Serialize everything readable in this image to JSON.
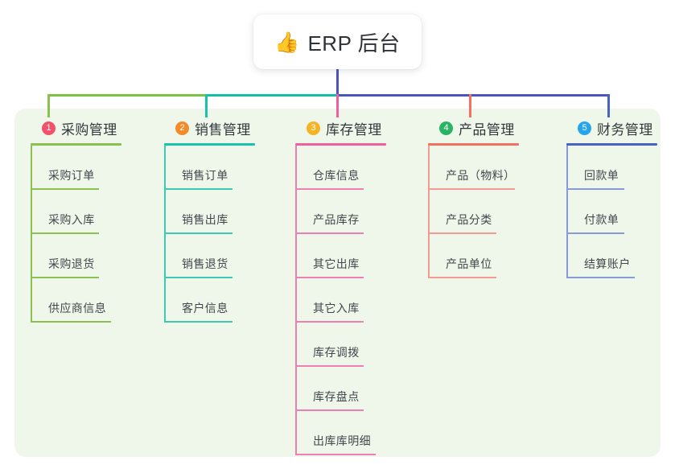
{
  "root": {
    "icon": "thumbs-up-icon",
    "emoji": "👍",
    "title": "ERP 后台"
  },
  "palette": {
    "page_background": "#ffffff",
    "panel_background": "#eef7e9",
    "card_background": "#ffffff",
    "title_text": "#2f3337",
    "item_text": "#42484e",
    "bus_green": "#7cc242",
    "bus_teal": "#12bfa4",
    "bus_blue": "#4b54bf"
  },
  "columns": [
    {
      "index": "1",
      "title": "采购管理",
      "badge_color": "#f2516a",
      "rule_color": "#8cc152",
      "stub_color": "#8cc152",
      "line_color": "#8cc152",
      "head_rule_width": 113,
      "items": [
        {
          "label": "采购订单",
          "rule_width": 85
        },
        {
          "label": "采购入库",
          "rule_width": 85
        },
        {
          "label": "采购退货",
          "rule_width": 85
        },
        {
          "label": "供应商信息",
          "rule_width": 100
        }
      ]
    },
    {
      "index": "2",
      "title": "销售管理",
      "badge_color": "#f58b28",
      "rule_color": "#18c3ab",
      "stub_color": "#18c3ab",
      "line_color": "#3ec9b5",
      "head_rule_width": 113,
      "items": [
        {
          "label": "销售订单",
          "rule_width": 85
        },
        {
          "label": "销售出库",
          "rule_width": 85
        },
        {
          "label": "销售退货",
          "rule_width": 85
        },
        {
          "label": "客户信息",
          "rule_width": 85
        }
      ]
    },
    {
      "index": "3",
      "title": "库存管理",
      "badge_color": "#f5b425",
      "rule_color": "#ef5f9e",
      "stub_color": "#ef5f9e",
      "line_color": "#ee7fb4",
      "head_rule_width": 113,
      "items": [
        {
          "label": "仓库信息",
          "rule_width": 85
        },
        {
          "label": "产品库存",
          "rule_width": 85
        },
        {
          "label": "其它出库",
          "rule_width": 85
        },
        {
          "label": "其它入库",
          "rule_width": 85
        },
        {
          "label": "库存调拨",
          "rule_width": 85
        },
        {
          "label": "库存盘点",
          "rule_width": 85
        },
        {
          "label": "出库库明细",
          "rule_width": 100
        }
      ]
    },
    {
      "index": "4",
      "title": "产品管理",
      "badge_color": "#28b463",
      "rule_color": "#f4715f",
      "stub_color": "#f4715f",
      "line_color": "#f59a92",
      "head_rule_width": 113,
      "items": [
        {
          "label": "产品（物料）",
          "rule_width": 108
        },
        {
          "label": "产品分类",
          "rule_width": 85
        },
        {
          "label": "产品单位",
          "rule_width": 85
        }
      ]
    },
    {
      "index": "5",
      "title": "财务管理",
      "badge_color": "#24a5ee",
      "rule_color": "#4a62c4",
      "stub_color": "#4a62c4",
      "line_color": "#8a9ad9",
      "head_rule_width": 113,
      "items": [
        {
          "label": "回款单",
          "rule_width": 72
        },
        {
          "label": "付款单",
          "rule_width": 72
        },
        {
          "label": "结算账户",
          "rule_width": 85
        }
      ]
    }
  ]
}
